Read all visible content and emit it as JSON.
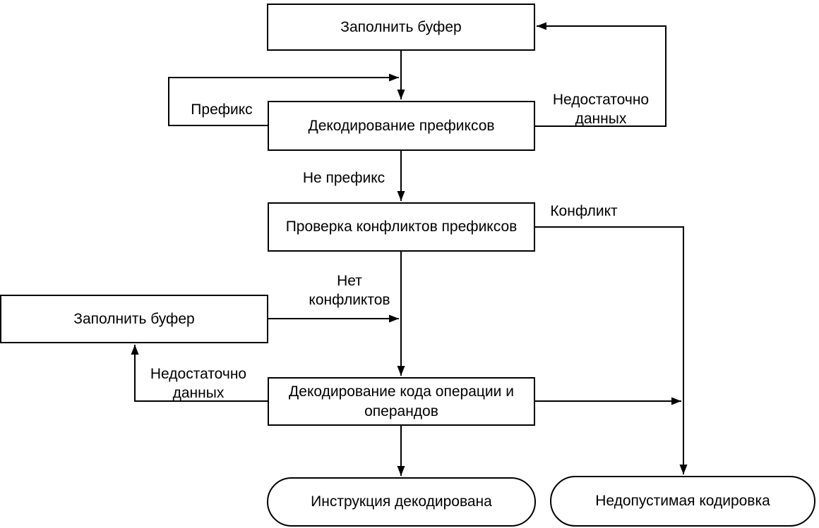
{
  "diagram": {
    "background": "#ffffff",
    "line_color": "#000000",
    "text_color": "#000000",
    "box_fill": "#ffffff",
    "nodes": [
      {
        "id": "fill-buffer-top",
        "type": "process",
        "label": "Заполнить буфер"
      },
      {
        "id": "decode-prefixes",
        "type": "process",
        "label": "Декодирование префиксов"
      },
      {
        "id": "check-prefix-conflicts",
        "type": "process",
        "label": "Проверка конфликтов префиксов"
      },
      {
        "id": "fill-buffer-left",
        "type": "process",
        "label": "Заполнить буфер"
      },
      {
        "id": "decode-opcode-operands",
        "type": "process",
        "label": "Декодирование кода операции и операндов"
      },
      {
        "id": "instruction-decoded",
        "type": "terminator",
        "label": "Инструкция декодирована"
      },
      {
        "id": "invalid-encoding",
        "type": "terminator",
        "label": "Недопустимая кодировка"
      }
    ],
    "labels": {
      "prefix": "Префикс",
      "insufficient_top": "Недостаточно данных",
      "not_prefix": "Не префикс",
      "conflict": "Конфликт",
      "no_conflicts": "Нет конфликтов",
      "insufficient_bottom": "Недостаточно данных"
    },
    "edges": [
      {
        "from": "fill-buffer-top",
        "to": "decode-prefixes",
        "label": ""
      },
      {
        "from": "decode-prefixes",
        "to": "decode-prefixes",
        "label": "Префикс"
      },
      {
        "from": "decode-prefixes",
        "to": "fill-buffer-top",
        "label": "Недостаточно данных"
      },
      {
        "from": "decode-prefixes",
        "to": "check-prefix-conflicts",
        "label": "Не префикс"
      },
      {
        "from": "check-prefix-conflicts",
        "to": "invalid-encoding",
        "label": "Конфликт"
      },
      {
        "from": "check-prefix-conflicts",
        "to": "decode-opcode-operands",
        "label": "Нет конфликтов"
      },
      {
        "from": "fill-buffer-left",
        "to": "decode-opcode-operands",
        "label": ""
      },
      {
        "from": "decode-opcode-operands",
        "to": "fill-buffer-left",
        "label": "Недостаточно данных"
      },
      {
        "from": "decode-opcode-operands",
        "to": "instruction-decoded",
        "label": ""
      },
      {
        "from": "decode-opcode-operands",
        "to": "invalid-encoding",
        "label": ""
      }
    ]
  }
}
